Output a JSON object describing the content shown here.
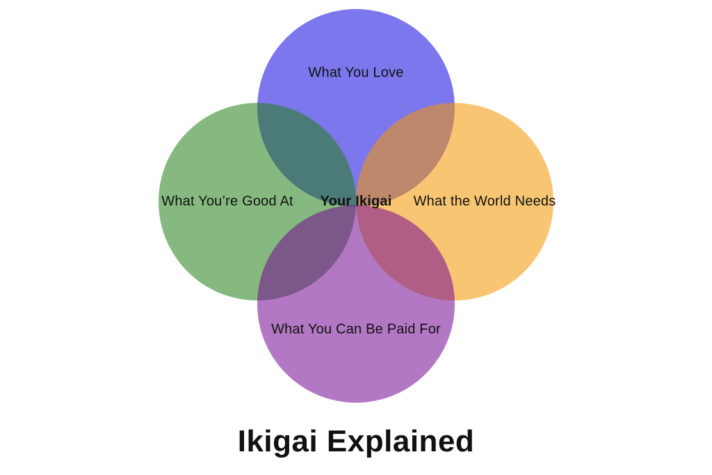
{
  "diagram": {
    "title": "Ikigai Explained",
    "center_label": "Your Ikigai",
    "background_color": "#ffffff",
    "text_color": "#111111",
    "circles": [
      {
        "id": "what-you-love",
        "label": "What You Love",
        "position": "top",
        "base_color": "#1208e0",
        "fill_rgba": "rgba(18, 8, 224, 0.55)",
        "rendered_color": "#7d77ee"
      },
      {
        "id": "what-youre-good-at",
        "label": "What You’re Good At",
        "position": "left",
        "base_color": "#228018",
        "fill_rgba": "rgba(34, 128, 24, 0.55)",
        "rendered_color": "#85b980"
      },
      {
        "id": "what-the-world-needs",
        "label": "What the World Needs",
        "position": "right",
        "base_color": "#f39800",
        "fill_rgba": "rgba(243, 152, 0, 0.55)",
        "rendered_color": "#f8c66f"
      },
      {
        "id": "what-you-can-be-paid-for",
        "label": "What You Can Be Paid For",
        "position": "bottom",
        "base_color": "#740a91",
        "fill_rgba": "rgba(116, 10, 145, 0.55)",
        "rendered_color": "#b278c2"
      }
    ],
    "overlap_colors": {
      "love_good": "#3c7a76",
      "love_needs": "#ad8a78",
      "good_paid": "#6e5a7d",
      "needs_paid": "#b55a74"
    }
  }
}
